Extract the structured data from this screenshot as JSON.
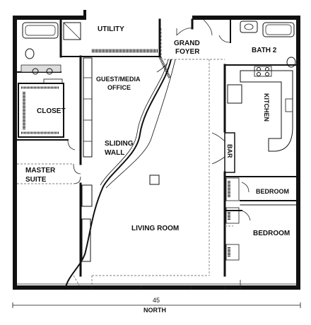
{
  "rooms": {
    "utility": "UTILITY",
    "grand_foyer_line1": "GRAND",
    "grand_foyer_line2": "FOYER",
    "bath2": "BATH 2",
    "guest_media_line1": "GUEST/MEDIA",
    "guest_media_line2": "OFFICE",
    "kitchen": "KITCHEN",
    "closet": "CLOSET",
    "sliding_wall_line1": "SLIDING",
    "sliding_wall_line2": "WALL",
    "bar": "BAR",
    "master_suite_line1": "MASTER",
    "master_suite_line2": "SUITE",
    "bedroom_small": "BEDROOM",
    "living_room": "LIVING ROOM",
    "bedroom_large": "BEDROOM"
  },
  "dimension": "45",
  "orientation": "NORTH"
}
